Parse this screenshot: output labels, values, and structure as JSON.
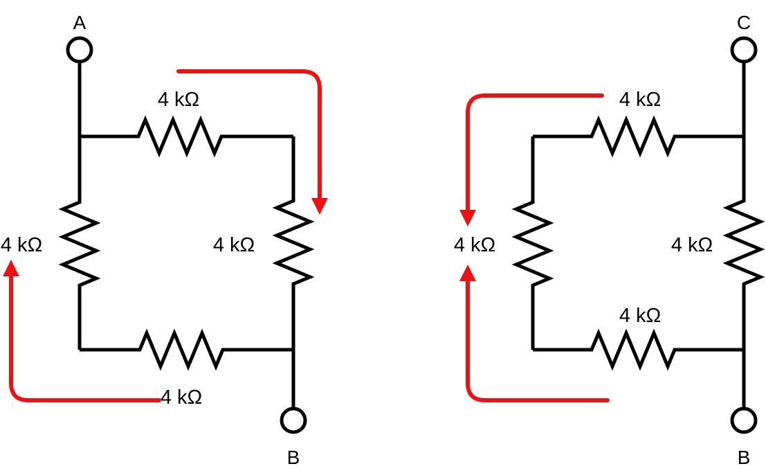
{
  "left_circuit": {
    "terminal_top_label": "A",
    "terminal_bottom_label": "B",
    "resistor_top": "4 kΩ",
    "resistor_left": "4 kΩ",
    "resistor_right": "4 kΩ",
    "resistor_bottom": "4 kΩ"
  },
  "right_circuit": {
    "terminal_top_label": "C",
    "terminal_bottom_label": "B",
    "resistor_top": "4 kΩ",
    "resistor_left": "4 kΩ",
    "resistor_right": "4 kΩ",
    "resistor_bottom": "4 kΩ"
  },
  "colors": {
    "wire": "#000000",
    "highlight_arrow": "#ee1111",
    "background": "#ffffff"
  }
}
